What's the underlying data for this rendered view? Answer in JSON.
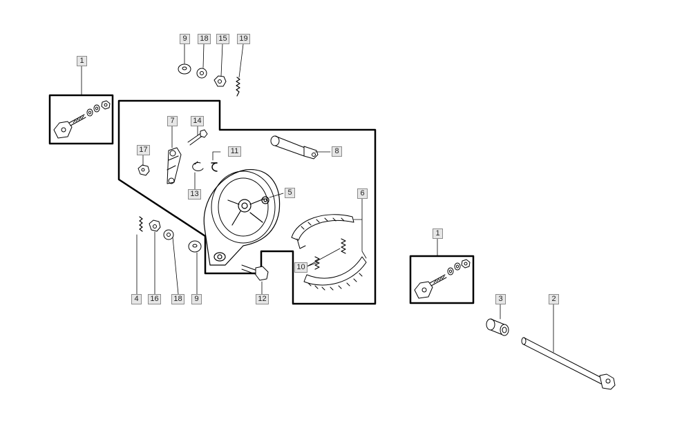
{
  "callouts": [
    {
      "id": "c1a",
      "label": "1"
    },
    {
      "id": "c9a",
      "label": "9"
    },
    {
      "id": "c18a",
      "label": "18"
    },
    {
      "id": "c15",
      "label": "15"
    },
    {
      "id": "c19",
      "label": "19"
    },
    {
      "id": "c7",
      "label": "7"
    },
    {
      "id": "c14",
      "label": "14"
    },
    {
      "id": "c17",
      "label": "17"
    },
    {
      "id": "c11",
      "label": "11"
    },
    {
      "id": "c8",
      "label": "8"
    },
    {
      "id": "c13",
      "label": "13"
    },
    {
      "id": "c5",
      "label": "5"
    },
    {
      "id": "c6",
      "label": "6"
    },
    {
      "id": "c10",
      "label": "10"
    },
    {
      "id": "c4",
      "label": "4"
    },
    {
      "id": "c16",
      "label": "16"
    },
    {
      "id": "c18b",
      "label": "18"
    },
    {
      "id": "c9b",
      "label": "9"
    },
    {
      "id": "c12",
      "label": "12"
    },
    {
      "id": "c1b",
      "label": "1"
    },
    {
      "id": "c3",
      "label": "3"
    },
    {
      "id": "c2",
      "label": "2"
    }
  ]
}
